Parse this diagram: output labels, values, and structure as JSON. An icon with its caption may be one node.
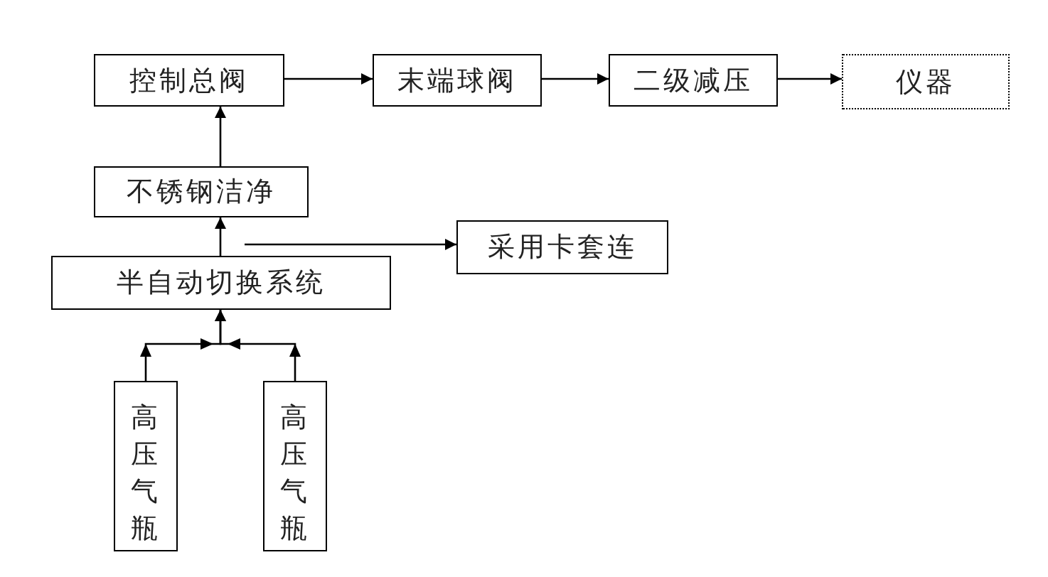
{
  "diagram": {
    "nodes": [
      {
        "text": [
          "控制总阀"
        ]
      },
      {
        "text": [
          "末端球阀"
        ]
      },
      {
        "text": [
          "二级减压"
        ]
      },
      {
        "text": [
          "仪器"
        ]
      },
      {
        "text": [
          "不锈钢洁净"
        ]
      },
      {
        "text": [
          "采用卡套连"
        ]
      },
      {
        "text": [
          "半自动切换系统"
        ]
      },
      {
        "text": [
          "高压气瓶"
        ]
      },
      {
        "text": [
          "高压气瓶"
        ]
      }
    ],
    "edges": [
      {
        "from": 0,
        "to": 1,
        "arrow": "to"
      },
      {
        "from": 1,
        "to": 2,
        "arrow": "to"
      },
      {
        "from": 2,
        "to": 3,
        "arrow": "to"
      },
      {
        "from": 4,
        "to": 0,
        "arrow": "to"
      },
      {
        "from": 6,
        "to": 4,
        "arrow": "to"
      },
      {
        "from": 6,
        "to": 5,
        "arrow": "to"
      },
      {
        "from": 7,
        "to": 6,
        "arrow": "to"
      },
      {
        "from": 8,
        "to": 6,
        "arrow": "to"
      }
    ]
  }
}
